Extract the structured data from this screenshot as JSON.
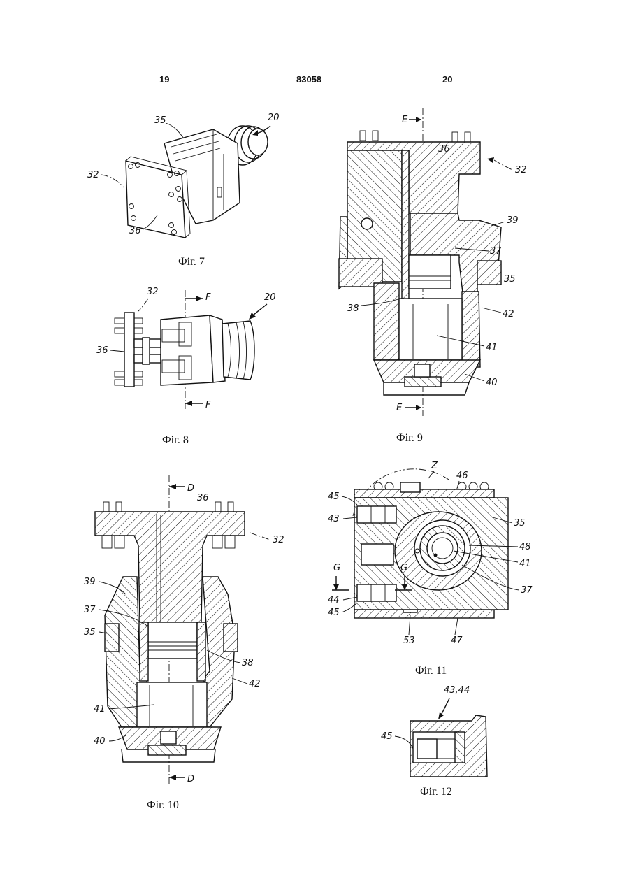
{
  "header": {
    "left_page": "19",
    "doc_number": "83058",
    "right_page": "20"
  },
  "figures": [
    {
      "id": "fig7",
      "caption": "Фіг. 7",
      "labels": [
        "35",
        "20",
        "32",
        "36"
      ]
    },
    {
      "id": "fig8",
      "caption": "Фіг. 8",
      "labels": [
        "32",
        "F",
        "20",
        "36",
        "F"
      ]
    },
    {
      "id": "fig9",
      "caption": "Фіг. 9",
      "labels": [
        "E",
        "36",
        "32",
        "39",
        "37",
        "35",
        "38",
        "42",
        "41",
        "40",
        "E"
      ]
    },
    {
      "id": "fig10",
      "caption": "Фіг. 10",
      "labels": [
        "D",
        "36",
        "32",
        "39",
        "37",
        "35",
        "38",
        "42",
        "41",
        "40",
        "D"
      ]
    },
    {
      "id": "fig11",
      "caption": "Фіг. 11",
      "labels": [
        "Z",
        "46",
        "45",
        "43",
        "35",
        "48",
        "41",
        "G",
        "G",
        "37",
        "44",
        "45",
        "53",
        "47"
      ]
    },
    {
      "id": "fig12",
      "caption": "Фіг. 12",
      "labels": [
        "43,44",
        "45"
      ]
    }
  ]
}
